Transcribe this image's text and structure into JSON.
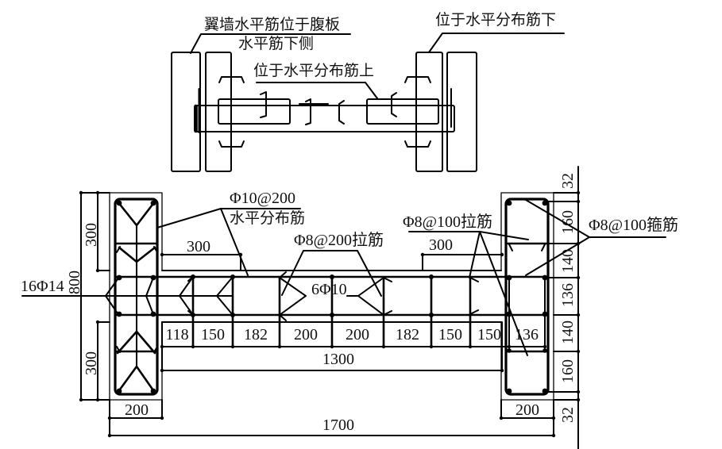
{
  "top_view": {
    "flange_note_line1": "翼墙水平筋位于腹板",
    "flange_note_line2": "水平筋下侧",
    "above_note": "位于水平分布筋上",
    "below_note": "位于水平分布筋下"
  },
  "section": {
    "horizontal_bar_spec": "Φ10@200",
    "horizontal_bar_name": "水平分布筋",
    "web_tie": "Φ8@200拉筋",
    "flange_tie": "Φ8@100拉筋",
    "stirrup": "Φ8@100箍筋",
    "boundary_bars": "16Φ14",
    "web_bars": "6Φ10"
  },
  "dimensions": {
    "left_total": "800",
    "left_top": "300",
    "left_bottom": "300",
    "web_flange_left": "300",
    "web_flange_right": "300",
    "bar_spacing": [
      "118",
      "150",
      "182",
      "200",
      "200",
      "182",
      "150",
      "150",
      "136"
    ],
    "web_length": "1300",
    "flange_width_left": "200",
    "flange_width_right": "200",
    "total_length": "1700",
    "right_stack": [
      "32",
      "160",
      "140",
      "136",
      "140",
      "160",
      "32"
    ]
  }
}
